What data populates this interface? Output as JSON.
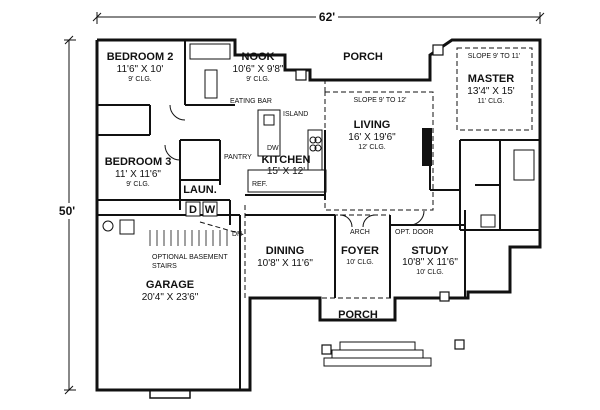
{
  "overall": {
    "width": "62'",
    "depth": "50'"
  },
  "rooms": {
    "bedroom2": {
      "name": "BEDROOM 2",
      "size": "11'6\" X 10'",
      "ceiling": "9' CLG."
    },
    "nook": {
      "name": "NOOK",
      "size": "10'6\" X 9'8\"",
      "ceiling": "9' CLG."
    },
    "porch_rear": {
      "name": "PORCH"
    },
    "master": {
      "name": "MASTER",
      "size": "13'4\" X 15'",
      "ceiling": "11' CLG.",
      "slope": "SLOPE 9' TO 11'"
    },
    "living": {
      "name": "LIVING",
      "size": "16' X 19'6\"",
      "ceiling": "12' CLG.",
      "slope": "SLOPE 9' TO 12'"
    },
    "kitchen": {
      "name": "KITCHEN",
      "size": "15' X 12'"
    },
    "bedroom3": {
      "name": "BEDROOM 3",
      "size": "11' X 11'6\"",
      "ceiling": "9' CLG."
    },
    "laundry": {
      "name": "LAUN."
    },
    "dining": {
      "name": "DINING",
      "size": "10'8\" X 11'6\""
    },
    "foyer": {
      "name": "FOYER",
      "ceiling": "10' CLG."
    },
    "study": {
      "name": "STUDY",
      "size": "10'8\" X 11'6\"",
      "ceiling": "10' CLG."
    },
    "garage": {
      "name": "GARAGE",
      "size": "20'4\" X 23'6\""
    },
    "porch_front": {
      "name": "PORCH"
    }
  },
  "notes": {
    "eating_bar": "EATING BAR",
    "island": "ISLAND",
    "dw": "DW",
    "ref": "REF.",
    "pantry": "PANTRY",
    "washer": "W",
    "dryer": "D",
    "dn": "DN",
    "basement": "OPTIONAL BASEMENT",
    "stairs": "STAIRS",
    "arch": "ARCH",
    "opt_door": "OPT. DOOR"
  }
}
